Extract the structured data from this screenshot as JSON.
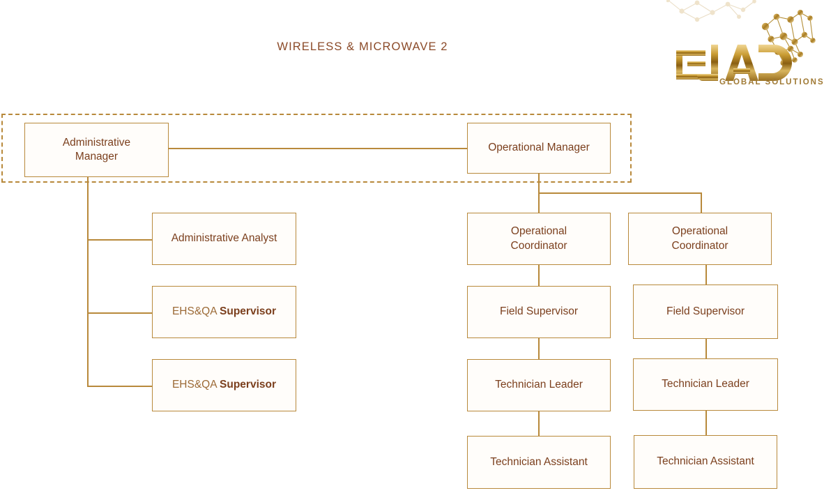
{
  "page": {
    "title": "WIRELESS & MICROWAVE 2",
    "background": "#ffffff"
  },
  "brand": {
    "name": "EJAD",
    "tagline": "GLOBAL SOLUTIONS",
    "colors": {
      "gold_light": "#e8c87a",
      "gold_dark": "#8a6014",
      "gold_mid": "#c9a13c"
    }
  },
  "theme": {
    "line_color": "#b8893b",
    "text_dark": "#7b3f1d",
    "text_soft": "#9c6a36",
    "title_color": "#8b4a28",
    "box_fill": "#fffdfa"
  },
  "chart": {
    "type": "org-chart",
    "group_label": "",
    "nodes": {
      "administrative_manager": "Administrative Manager",
      "administrative_manager_line1": "Administrative",
      "administrative_manager_line2": "Manager",
      "operational_manager": "Operational Manager",
      "administrative_analyst": "Administrative  Analyst",
      "ehs_qa_supervisor_1_soft": "EHS&QA",
      "ehs_qa_supervisor_1_strong": "Supervisor",
      "ehs_qa_supervisor_2_soft": "EHS&QA",
      "ehs_qa_supervisor_2_strong": "Supervisor",
      "operational_coordinator_1_line1": "Operational",
      "operational_coordinator_1_line2": "Coordinator",
      "operational_coordinator_2_line1": "Operational",
      "operational_coordinator_2_line2": "Coordinator",
      "field_supervisor_1": "Field  Supervisor",
      "field_supervisor_2": "Field  Supervisor",
      "technician_leader_1": "Technician  Leader",
      "technician_leader_2": "Technician  Leader",
      "technician_assistant_1": "Technician  Assistant",
      "technician_assistant_2": "Technician  Assistant"
    },
    "hierarchy": {
      "top_level": [
        "Administrative Manager",
        "Operational Manager"
      ],
      "administrative_branch": [
        "Administrative  Analyst",
        "EHS&QA Supervisor",
        "EHS&QA Supervisor"
      ],
      "operational_branch": [
        {
          "coordinator": "Operational Coordinator",
          "chain": [
            "Field  Supervisor",
            "Technician  Leader",
            "Technician  Assistant"
          ]
        },
        {
          "coordinator": "Operational Coordinator",
          "chain": [
            "Field  Supervisor",
            "Technician  Leader",
            "Technician  Assistant"
          ]
        }
      ]
    }
  }
}
